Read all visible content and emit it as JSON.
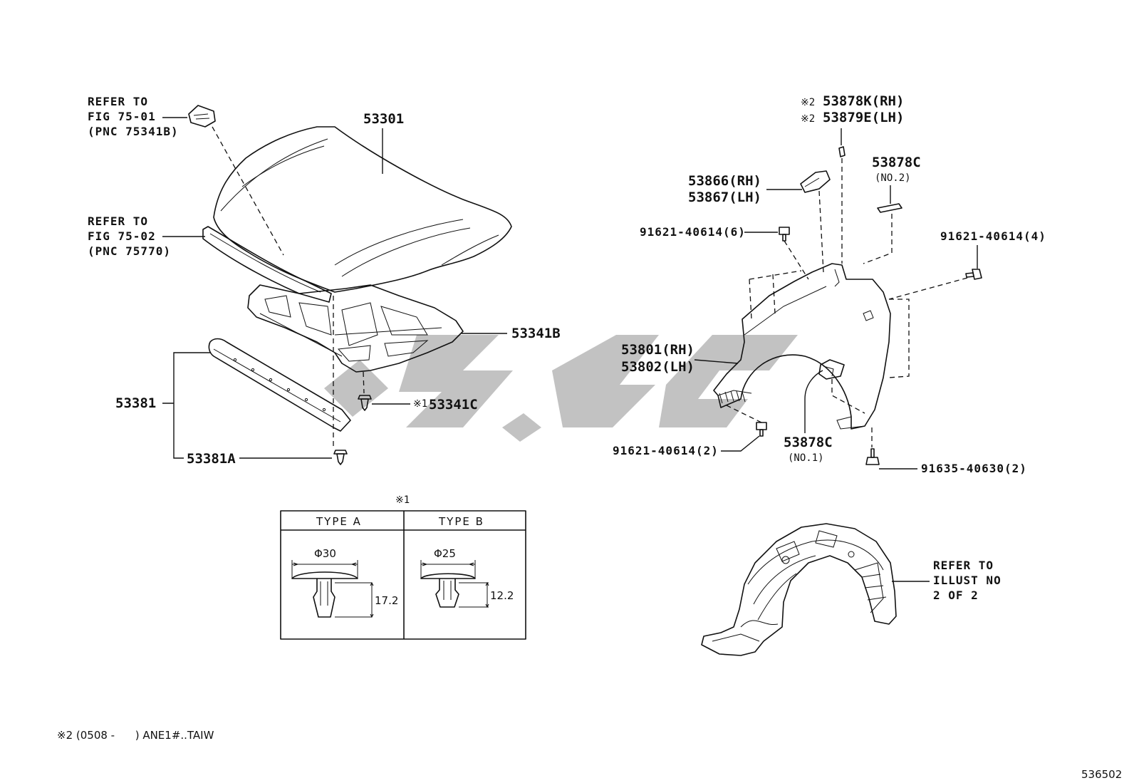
{
  "labels": {
    "refer1": [
      "REFER TO",
      "FIG 75-01",
      "(PNC 75341B)"
    ],
    "refer2": [
      "REFER TO",
      "FIG 75-02",
      "(PNC 75770)"
    ],
    "hood": "53301",
    "hood_sub": "53341B",
    "seal": "53381",
    "seal_clip": "53381A",
    "clip_mark": "※1",
    "clip": "53341C",
    "ext_rh_mark": "※2",
    "ext_rh": "53878K(RH)",
    "ext_lh_mark": "※2",
    "ext_lh": "53879E(LH)",
    "bracket_rh": "53866(RH)",
    "bracket_lh": "53867(LH)",
    "seal2": "53878C",
    "seal2_note": "(NO.2)",
    "bolt_top": "91621-40614(6)",
    "bolt_right": "91621-40614(4)",
    "fender_rh": "53801(RH)",
    "fender_lh": "53802(LH)",
    "bolt_bottom": "91621-40614(2)",
    "seal1": "53878C",
    "seal1_note": "(NO.1)",
    "screw": "91635-40630(2)",
    "refer3": [
      "REFER TO",
      "ILLUST NO",
      "2 OF 2"
    ]
  },
  "table": {
    "mark": "※1",
    "col_a": "TYPE  A",
    "col_b": "TYPE  B",
    "dia_a": "Φ30",
    "dia_b": "Φ25",
    "h_a": "17.2",
    "h_b": "12.2"
  },
  "footnote": "※2 (0508 -      ) ANE1#..TAIW",
  "illust_no": "536502"
}
